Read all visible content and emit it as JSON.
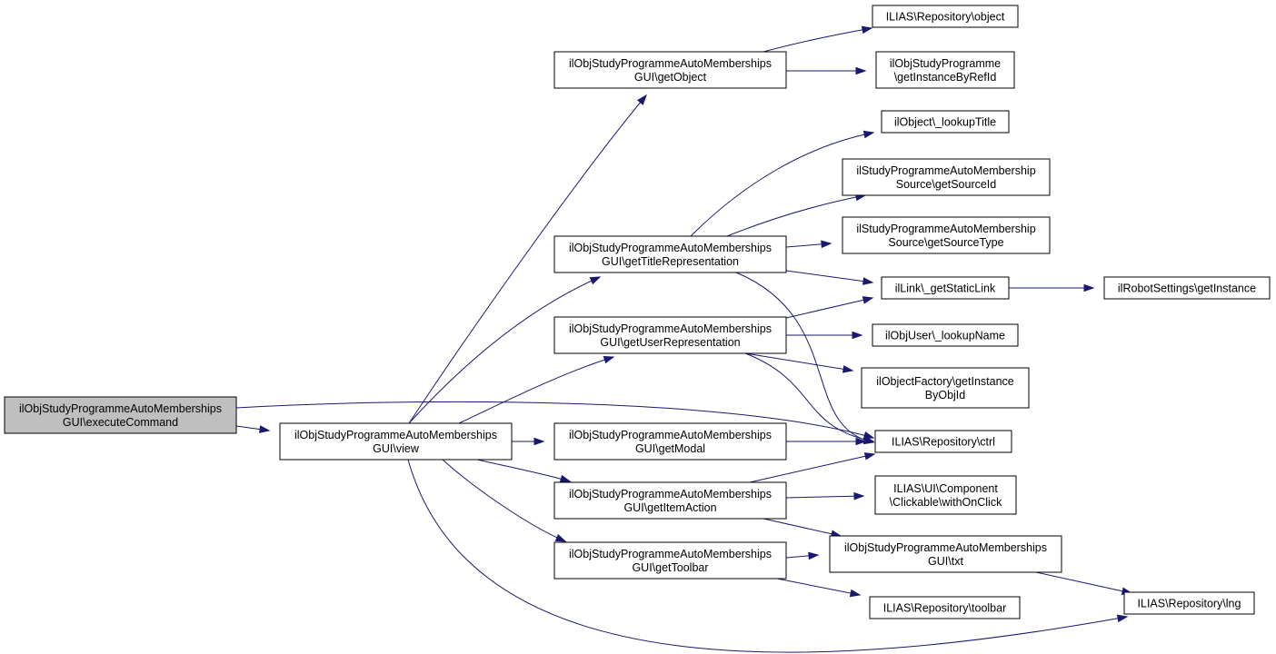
{
  "colors": {
    "edge": "#191970",
    "node_fill": "#ffffff",
    "highlight_fill": "#bfbfbf",
    "border": "#000000"
  },
  "nodes": {
    "executeCommand": [
      "ilObjStudyProgrammeAutoMemberships",
      "GUI\\executeCommand"
    ],
    "view": [
      "ilObjStudyProgrammeAutoMemberships",
      "GUI\\view"
    ],
    "getObject": [
      "ilObjStudyProgrammeAutoMemberships",
      "GUI\\getObject"
    ],
    "getTitleRepresentation": [
      "ilObjStudyProgrammeAutoMemberships",
      "GUI\\getTitleRepresentation"
    ],
    "getUserRepresentation": [
      "ilObjStudyProgrammeAutoMemberships",
      "GUI\\getUserRepresentation"
    ],
    "getModal": [
      "ilObjStudyProgrammeAutoMemberships",
      "GUI\\getModal"
    ],
    "getItemAction": [
      "ilObjStudyProgrammeAutoMemberships",
      "GUI\\getItemAction"
    ],
    "getToolbar": [
      "ilObjStudyProgrammeAutoMemberships",
      "GUI\\getToolbar"
    ],
    "repoObject": [
      "ILIAS\\Repository\\object"
    ],
    "getInstanceByRefId": [
      "ilObjStudyProgramme",
      "\\getInstanceByRefId"
    ],
    "lookupTitle": [
      "ilObject\\_lookupTitle"
    ],
    "getSourceId": [
      "ilStudyProgrammeAutoMembership",
      "Source\\getSourceId"
    ],
    "getSourceType": [
      "ilStudyProgrammeAutoMembership",
      "Source\\getSourceType"
    ],
    "getStaticLink": [
      "ilLink\\_getStaticLink"
    ],
    "robotGetInstance": [
      "ilRobotSettings\\getInstance"
    ],
    "lookupName": [
      "ilObjUser\\_lookupName"
    ],
    "getInstanceByObjId": [
      "ilObjectFactory\\getInstance",
      "ByObjId"
    ],
    "repoCtrl": [
      "ILIAS\\Repository\\ctrl"
    ],
    "withOnClick": [
      "ILIAS\\UI\\Component",
      "\\Clickable\\withOnClick"
    ],
    "txt": [
      "ilObjStudyProgrammeAutoMemberships",
      "GUI\\txt"
    ],
    "repoToolbar": [
      "ILIAS\\Repository\\toolbar"
    ],
    "repoLng": [
      "ILIAS\\Repository\\lng"
    ]
  },
  "highlighted_node": "executeCommand",
  "edges": [
    [
      "executeCommand",
      "view"
    ],
    [
      "executeCommand",
      "repoCtrl"
    ],
    [
      "view",
      "getObject"
    ],
    [
      "view",
      "getTitleRepresentation"
    ],
    [
      "view",
      "getUserRepresentation"
    ],
    [
      "view",
      "getModal"
    ],
    [
      "view",
      "getItemAction"
    ],
    [
      "view",
      "getToolbar"
    ],
    [
      "view",
      "repoLng"
    ],
    [
      "getObject",
      "repoObject"
    ],
    [
      "getObject",
      "getInstanceByRefId"
    ],
    [
      "getTitleRepresentation",
      "lookupTitle"
    ],
    [
      "getTitleRepresentation",
      "getSourceId"
    ],
    [
      "getTitleRepresentation",
      "getSourceType"
    ],
    [
      "getTitleRepresentation",
      "getStaticLink"
    ],
    [
      "getTitleRepresentation",
      "repoCtrl"
    ],
    [
      "getUserRepresentation",
      "getStaticLink"
    ],
    [
      "getUserRepresentation",
      "lookupName"
    ],
    [
      "getUserRepresentation",
      "getInstanceByObjId"
    ],
    [
      "getUserRepresentation",
      "repoCtrl"
    ],
    [
      "getModal",
      "repoCtrl"
    ],
    [
      "getItemAction",
      "repoCtrl"
    ],
    [
      "getItemAction",
      "withOnClick"
    ],
    [
      "getItemAction",
      "txt"
    ],
    [
      "getToolbar",
      "txt"
    ],
    [
      "getToolbar",
      "repoToolbar"
    ],
    [
      "getStaticLink",
      "robotGetInstance"
    ],
    [
      "txt",
      "repoLng"
    ]
  ]
}
